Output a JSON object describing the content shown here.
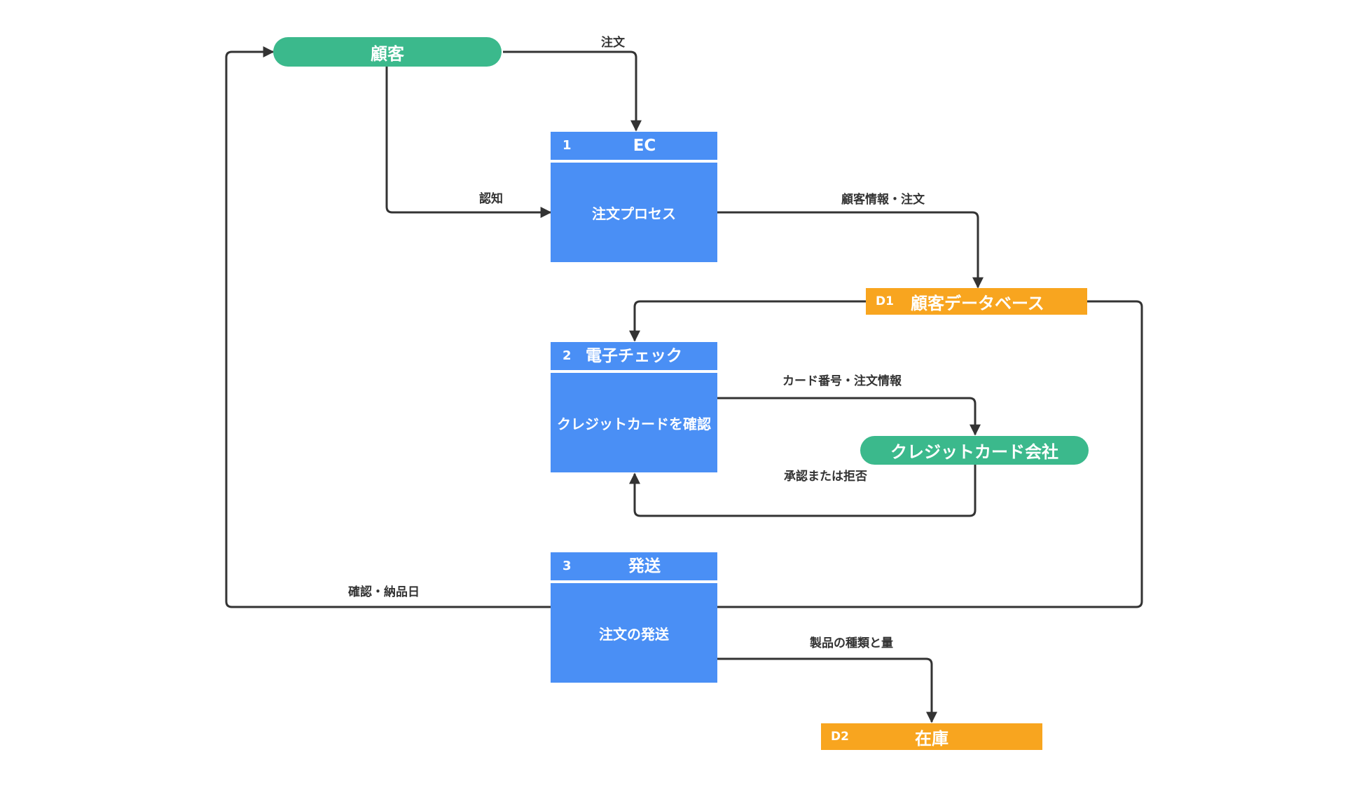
{
  "entities": {
    "customer": "顧客",
    "credit_company": "クレジットカード会社"
  },
  "processes": [
    {
      "number": "1",
      "title": "EC",
      "body": "注文プロセス"
    },
    {
      "number": "2",
      "title": "電子チェック",
      "body": "クレジットカードを確認"
    },
    {
      "number": "3",
      "title": "発送",
      "body": "注文の発送"
    }
  ],
  "stores": [
    {
      "id": "D1",
      "name": "顧客データベース"
    },
    {
      "id": "D2",
      "name": "在庫"
    }
  ],
  "flows": {
    "order": "注文",
    "auth": "認知",
    "customer_info_order": "顧客情報・注文",
    "card_number_order_info": "カード番号・注文情報",
    "approve_or_reject": "承認または拒否",
    "confirm_delivery_date": "確認・納品日",
    "product_type_quantity": "製品の種類と量"
  },
  "colors": {
    "entity": "#3bb98c",
    "process": "#4a8ff5",
    "store": "#f8a51f",
    "line": "#333333"
  }
}
